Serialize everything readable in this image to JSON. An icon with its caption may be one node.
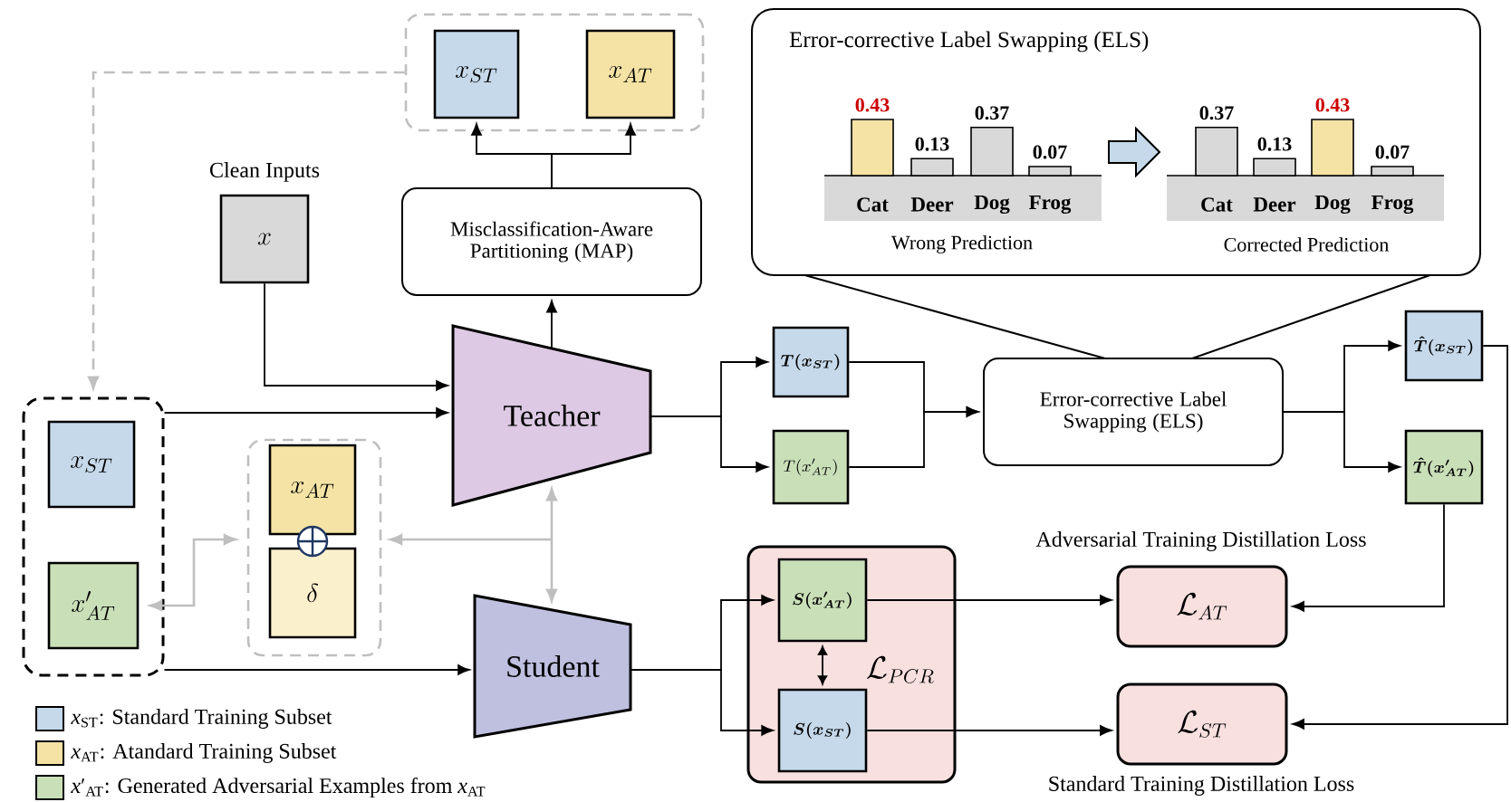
{
  "diagram": {
    "nodes": [
      {
        "text": [],
        "shape": "box"
      },
      {
        "text": [
          "x_{ST}"
        ],
        "in": 0
      },
      {
        "text": [
          "x_{AT}"
        ],
        "in": 0
      },
      {
        "text": [
          "Misclassification-Aware Partitioning (MAP)"
        ]
      },
      {
        "text": [
          "x"
        ],
        "beside": [
          "Clean Inputs"
        ]
      },
      {
        "text": [
          "Teacher"
        ]
      },
      {
        "text": [],
        "shape": "box"
      },
      {
        "text": [
          "x_{ST}"
        ],
        "in": 6
      },
      {
        "text": [
          "x'_{AT}"
        ],
        "in": 6
      },
      {
        "text": [],
        "shape": "box"
      },
      {
        "text": [
          "x_{AT}"
        ],
        "in": 9
      },
      {
        "text": [
          "\\delta"
        ],
        "in": 9
      },
      {
        "text": [
          "Student"
        ]
      },
      {
        "text": [
          "\\boldsymbol{T(x_{ST})}"
        ]
      },
      {
        "text": [
          "T(x'_{AT})"
        ]
      },
      {
        "text": [
          "Error-corrective Label Swapping (ELS)"
        ]
      },
      {
        "text": [
          "Error-corrective Label Swapping (ELS)",
          "Wrong Prediction",
          "Corrected Prediction"
        ]
      },
      {
        "text": [
          "\\boldsymbol{\\hat{T}(x_{ST})}"
        ]
      },
      {
        "text": [
          "\\boldsymbol{\\hat{T}(x'_{AT})}"
        ]
      },
      {
        "text": [
          "\\mathcal{L}_{PCR}"
        ]
      },
      {
        "text": [
          "\\boldsymbol{S(x'_{AT})}"
        ],
        "in": 19
      },
      {
        "text": [
          "\\boldsymbol{S(x_{ST})}"
        ],
        "in": 19
      },
      {
        "text": [
          "\\mathcal{L}_{AT}"
        ],
        "beside": [
          "Adversarial Training Distillation Loss"
        ]
      },
      {
        "text": [
          "\\mathcal{L}_{ST}"
        ],
        "beside": [
          "Standard Training Distillation Loss"
        ]
      }
    ],
    "edges": [
      {
        "from": 0,
        "to": 6,
        "arrow": "to",
        "style": "dashed",
        "color": "#bfbfbf"
      },
      {
        "from": 3,
        "to": 1,
        "arrow": "to"
      },
      {
        "from": 3,
        "to": 2,
        "arrow": "to"
      },
      {
        "from": 5,
        "to": 3,
        "arrow": "to"
      },
      {
        "from": 4,
        "to": 5,
        "arrow": "to"
      },
      {
        "from": 6,
        "to": 5,
        "arrow": "to"
      },
      {
        "from": 6,
        "to": 12,
        "arrow": "to"
      },
      {
        "from": 5,
        "to": 13,
        "arrow": "to"
      },
      {
        "from": 5,
        "to": 14,
        "arrow": "to"
      },
      {
        "from": 13,
        "to": 15,
        "arrow": "to"
      },
      {
        "from": 14,
        "to": 15,
        "arrow": "to"
      },
      {
        "from": 15,
        "to": 17,
        "arrow": "to"
      },
      {
        "from": 15,
        "to": 18,
        "arrow": "to"
      },
      {
        "from": 18,
        "to": 22,
        "arrow": "to"
      },
      {
        "from": 17,
        "to": 23,
        "arrow": "to"
      },
      {
        "from": 12,
        "to": 20,
        "arrow": "to"
      },
      {
        "from": 12,
        "to": 21,
        "arrow": "to"
      },
      {
        "from": 20,
        "to": 22,
        "arrow": "to"
      },
      {
        "from": 21,
        "to": 23,
        "arrow": "to"
      },
      {
        "from": 20,
        "to": 21,
        "arrow": "both"
      },
      {
        "from": 5,
        "to": 12,
        "arrow": "both",
        "color": "#bfbfbf"
      },
      {
        "from": null,
        "to": 9,
        "arrow": "to",
        "color": "#bfbfbf"
      },
      {
        "from": 8,
        "to": 9,
        "arrow": "both",
        "color": "#bfbfbf"
      }
    ],
    "labels": [
      "0.43",
      "0.13",
      "0.37",
      "0.07",
      "Cat",
      "Deer",
      "Dog",
      "Frog",
      "0.37",
      "0.13",
      "0.43",
      "0.07",
      "Cat",
      "Deer",
      "Dog",
      "Frog"
    ],
    "legend": [
      {
        "text": "*x*$_{ST}$: Standard Training Subset",
        "color": "#c5d9ea"
      },
      {
        "text": "*x*$_{AT}$: Atandard Training Subset",
        "color": "#f4e3a5"
      },
      {
        "text": "*x*′$_{AT}$: Generated Adversarial Examples from *x*$_{AT}$",
        "color": "#c9dfb8"
      }
    ]
  }
}
